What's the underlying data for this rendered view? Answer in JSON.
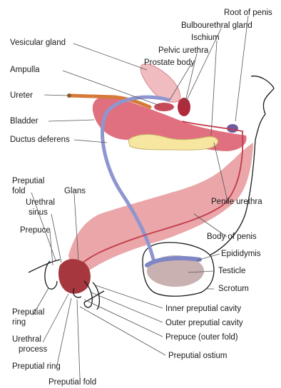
{
  "labels": {
    "root_of_penis": "Root of penis",
    "bulbourethral_gland": "Bulbourethral gland",
    "ischium": "Ischium",
    "vesicular_gland": "Vesicular gland",
    "pelvic_urethra": "Pelvic urethra",
    "prostate_body": "Prostate body",
    "ampulla": "Ampulla",
    "ureter": "Ureter",
    "bladder": "Bladder",
    "ductus_deferens": "Ductus deferens",
    "preputial_fold_upper_1": "Preputial",
    "preputial_fold_upper_2": "fold",
    "glans": "Glans",
    "urethral_sinus_1": "Urethral",
    "urethral_sinus_2": "sinus",
    "prepuce": "Prepuce",
    "penile_urethra": "Penile urethra",
    "body_of_penis": "Body of penis",
    "epididymis": "Epididymis",
    "testicle": "Testicle",
    "scrotum": "Scrotum",
    "preputial_ring_left_1": "Preputial",
    "preputial_ring_left_2": "ring",
    "inner_preputial_cavity": "Inner preputial cavity",
    "outer_preputial_cavity": "Outer preputial cavity",
    "urethral_process_1": "Urethral",
    "urethral_process_2": "process",
    "prepuce_outer_fold": "Prepuce (outer fold)",
    "preputial_ostium": "Preputial ostium",
    "preputial_ring_bottom": "Preputial ring",
    "preputial_fold_bottom": "Preputial fold"
  },
  "colors": {
    "bladder": "#e0707f",
    "penis_body": "#eaa6a8",
    "glans": "#a7373f",
    "urethra_line": "#c23a4a",
    "ductus": "#8f96cf",
    "ureter": "#d67a3a",
    "bone": "#f6e6a0",
    "testicle": "#c9b1b1",
    "epididymis": "#7f86c6",
    "prostate": "#f0bcc0",
    "glands_dark": "#b02a3c",
    "bulbourethral": "#6e5a9c",
    "outline": "#1a1a1a"
  }
}
